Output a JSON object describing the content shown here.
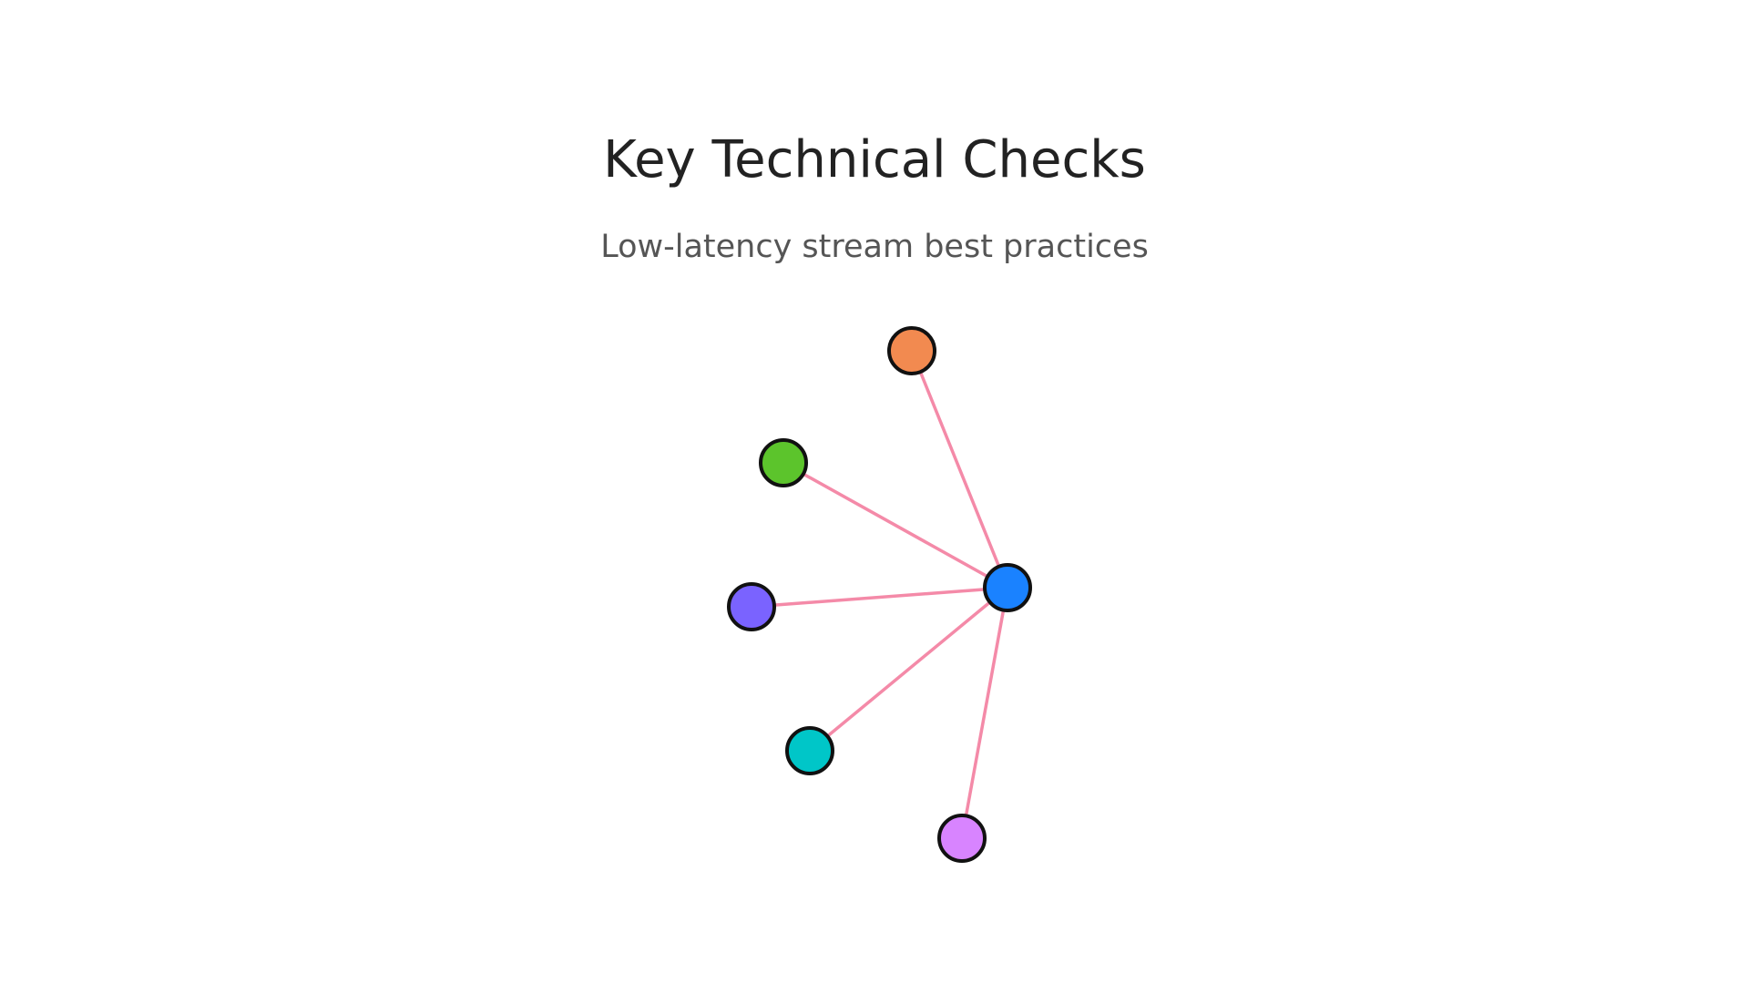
{
  "header": {
    "title": "Key Technical Checks",
    "subtitle": "Low-latency stream best practices"
  },
  "diagram": {
    "edge_color": "#f48aa8",
    "node_stroke": "#111111",
    "nodes": [
      {
        "id": "hub",
        "color": "#1a82ff"
      },
      {
        "id": "n1",
        "color": "#f28a50"
      },
      {
        "id": "n2",
        "color": "#5cc42c"
      },
      {
        "id": "n3",
        "color": "#7a63ff"
      },
      {
        "id": "n4",
        "color": "#00c6c8"
      },
      {
        "id": "n5",
        "color": "#d884ff"
      }
    ],
    "edges": [
      [
        "hub",
        "n1"
      ],
      [
        "hub",
        "n2"
      ],
      [
        "hub",
        "n3"
      ],
      [
        "hub",
        "n4"
      ],
      [
        "hub",
        "n5"
      ]
    ]
  }
}
